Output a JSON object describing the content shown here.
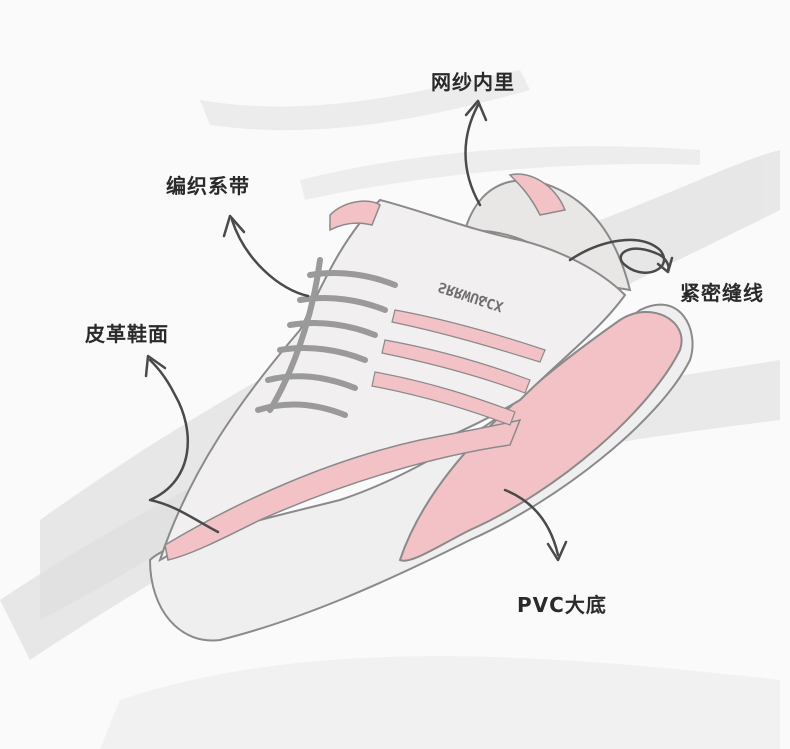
{
  "labels": {
    "mesh_lining": "网纱内里",
    "knit_laces": "编织系带",
    "leather_upper": "皮革鞋面",
    "tight_stitching": "紧密缝线",
    "pvc_sole": "PVC大底"
  },
  "shoe_side_text": "SRRWU&CX",
  "colors": {
    "background": "#fafafa",
    "brush": "#cfcfcf",
    "shoe_white": "#f1efef",
    "pink": "#f2c2c7",
    "outline": "#8a8a8a",
    "arrow": "#4a4a4a",
    "text": "#2a2a2a"
  }
}
